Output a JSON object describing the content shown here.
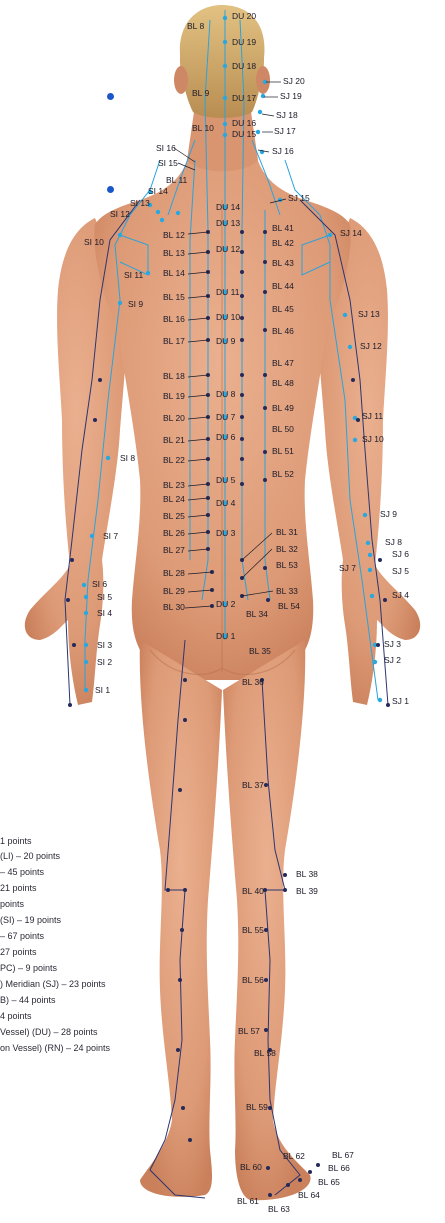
{
  "colors": {
    "skin": "#e3a17e",
    "skin_shadow": "#c9805b",
    "hair": "#c9a266",
    "blue_meridian": "#2aa3dc",
    "dark_meridian": "#2c3570",
    "point_blue": "#27a8e0",
    "point_dark": "#262a5a",
    "label_text": "#1b1b2a",
    "bullet": "#1a57c9"
  },
  "labels": [
    "DU 20",
    "DU 19",
    "DU 18",
    "DU 17",
    "DU 16",
    "DU 15",
    "DU 14",
    "DU 13",
    "DU 12",
    "DU 11",
    "DU 10",
    "DU 9",
    "DU 8",
    "DU 7",
    "DU 6",
    "DU 5",
    "DU 4",
    "DU 3",
    "DU 2",
    "DU 1",
    "BL 8",
    "BL 9",
    "BL 10",
    "BL 11",
    "BL 12",
    "BL 13",
    "BL 14",
    "BL 15",
    "BL 16",
    "BL 17",
    "BL 18",
    "BL 19",
    "BL 20",
    "BL 21",
    "BL 22",
    "BL 23",
    "BL 24",
    "BL 25",
    "BL 26",
    "BL 27",
    "BL 28",
    "BL 29",
    "BL 30",
    "BL 41",
    "BL 42",
    "BL 43",
    "BL 44",
    "BL 45",
    "BL 46",
    "BL 47",
    "BL 48",
    "BL 49",
    "BL 50",
    "BL 51",
    "BL 52",
    "BL 31",
    "BL 32",
    "BL 53",
    "BL 33",
    "BL 34",
    "BL 54",
    "BL 35",
    "BL 36",
    "BL 37",
    "BL 38",
    "BL 40",
    "BL 39",
    "BL 55",
    "BL 56",
    "BL 57",
    "BL 58",
    "BL 59",
    "BL 60",
    "BL 61",
    "BL 62",
    "BL 63",
    "BL 64",
    "BL 65",
    "BL 66",
    "BL 67",
    "SJ 20",
    "SJ 19",
    "SJ 18",
    "SJ 17",
    "SJ 16",
    "SJ 15",
    "SJ 14",
    "SJ 13",
    "SJ 12",
    "SJ 11",
    "SJ 10",
    "SJ 9",
    "SJ 8",
    "SJ 7",
    "SJ 6",
    "SJ 5",
    "SJ 4",
    "SJ 3",
    "SJ 2",
    "SJ 1",
    "SI 16",
    "SI 15",
    "SI 14",
    "SI 13",
    "SI 12",
    "SI 11",
    "SI 10",
    "SI 9",
    "SI 8",
    "SI 7",
    "SI 6",
    "SI 5",
    "SI 4",
    "SI 3",
    "SI 2",
    "SI 1"
  ],
  "legend": [
    "1 points",
    "(LI) – 20 points",
    "– 45 points",
    "21 points",
    "points",
    "(SI) – 19 points",
    "– 67 points",
    "27 points",
    "PC) – 9 points",
    ") Meridian (SJ) – 23 points",
    "B) – 44 points",
    "4 points",
    "Vessel) (DU) – 28 points",
    "on Vessel) (RN) – 24 points"
  ]
}
